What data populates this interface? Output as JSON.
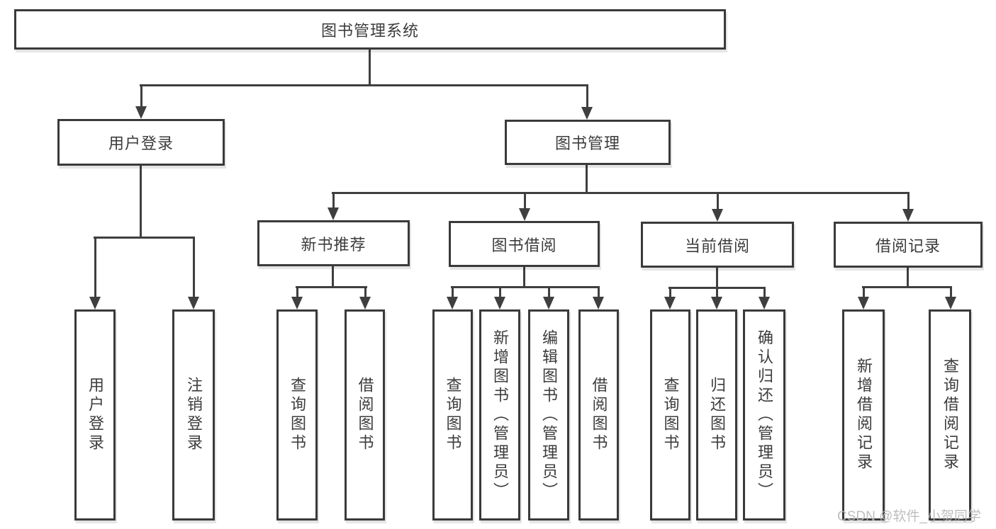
{
  "root": {
    "label": "图书管理系统"
  },
  "level2": [
    {
      "label": "用户登录"
    },
    {
      "label": "图书管理"
    }
  ],
  "level3": [
    {
      "label": "新书推荐"
    },
    {
      "label": "图书借阅"
    },
    {
      "label": "当前借阅"
    },
    {
      "label": "借阅记录"
    }
  ],
  "leaves": {
    "user": [
      {
        "label": "用户登录"
      },
      {
        "label": "注销登录"
      }
    ],
    "newbook": [
      {
        "label": "查询图书"
      },
      {
        "label": "借阅图书"
      }
    ],
    "borrow": [
      {
        "label": "查询图书"
      },
      {
        "label": "新增图书（管理员）"
      },
      {
        "label": "编辑图书（管理员）"
      },
      {
        "label": "借阅图书"
      }
    ],
    "current": [
      {
        "label": "查询图书"
      },
      {
        "label": "归还图书"
      },
      {
        "label": "确认归还（管理员）"
      }
    ],
    "records": [
      {
        "label": "新增借阅记录"
      },
      {
        "label": "查询借阅记录"
      }
    ]
  },
  "watermark": "CSDN @软件_小贺同学",
  "colors": {
    "line": "#3f3f3f",
    "border": "#3a3a3a",
    "text": "#3c3c3c",
    "watermark_text": "#b7b7b7",
    "background": "#ffffff"
  }
}
